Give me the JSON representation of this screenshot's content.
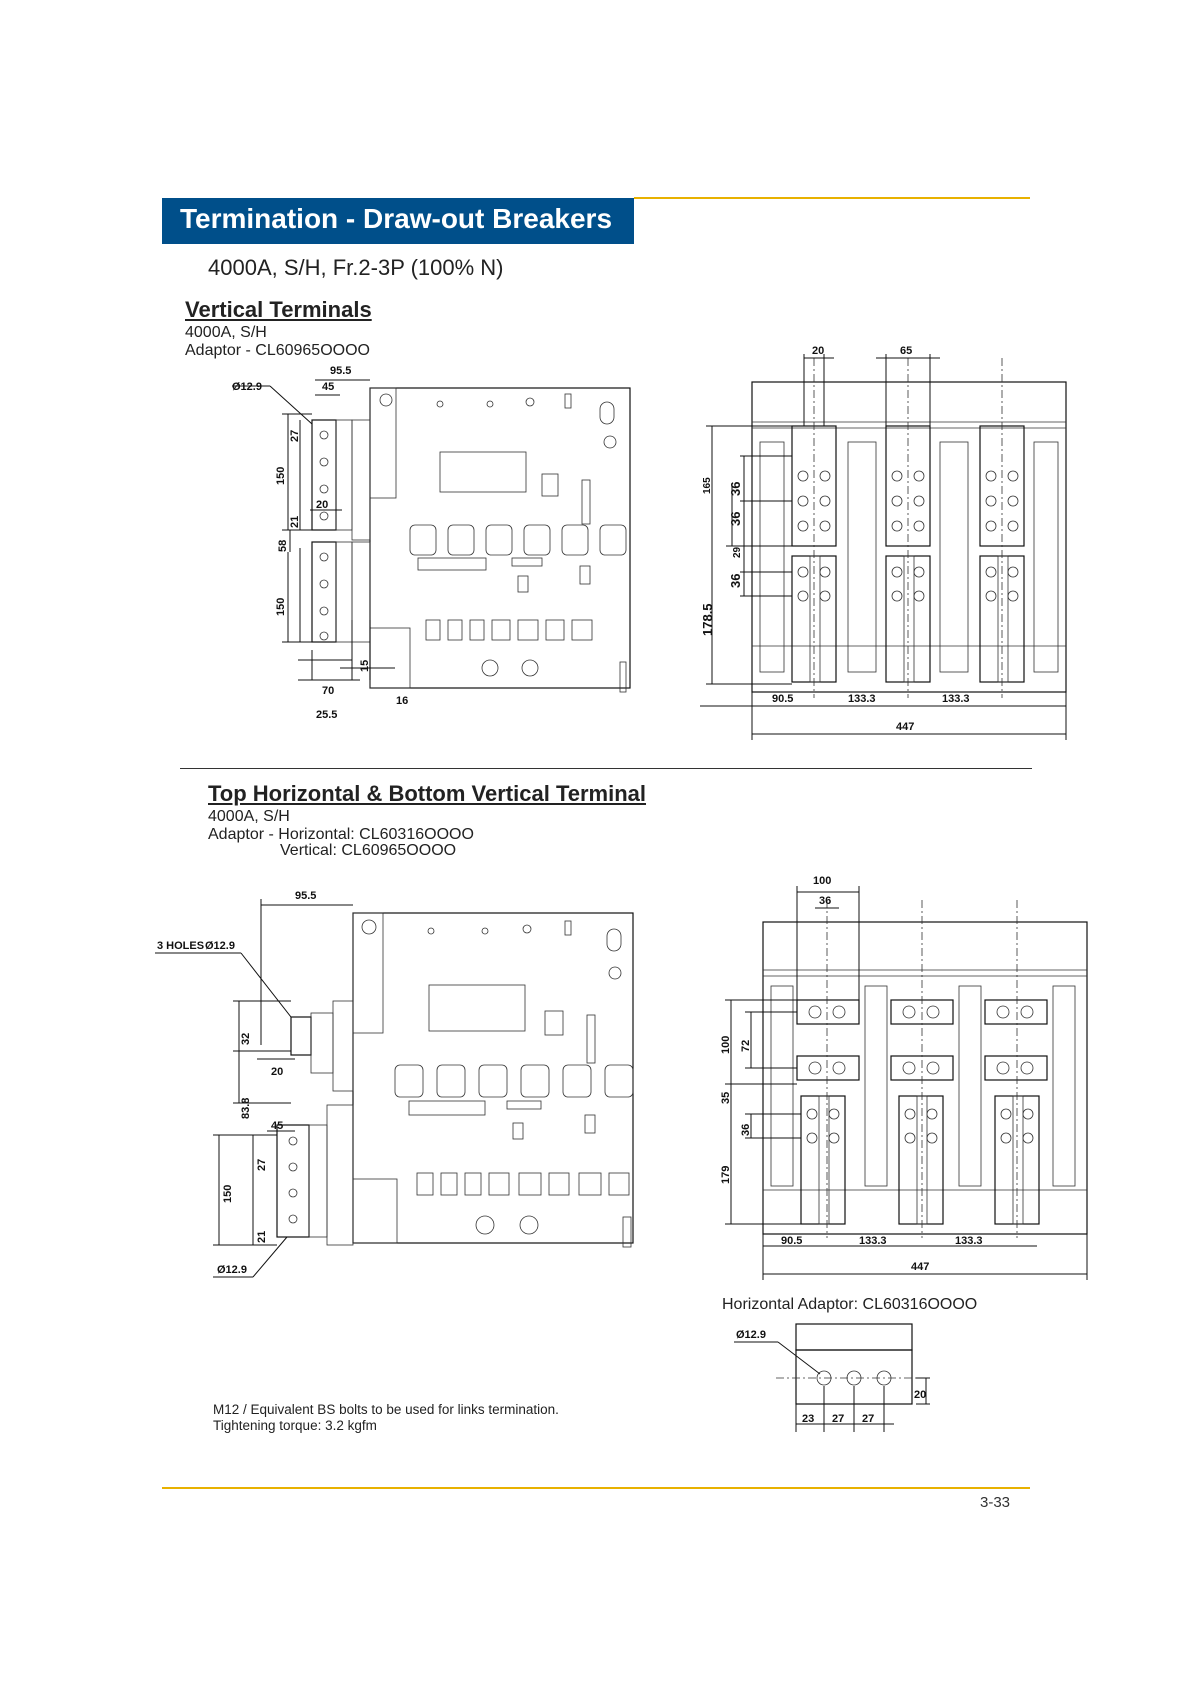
{
  "header": {
    "title": "Termination - Draw-out Breakers",
    "subtitle": "4000A, S/H, Fr.2-3P (100% N)"
  },
  "section1": {
    "title": "Vertical Terminals",
    "line1": "4000A, S/H",
    "line2": "Adaptor - CL60965OOOO",
    "side_dims": {
      "dia": "Ø12.9",
      "d95_5": "95.5",
      "d45": "45",
      "d150a": "150",
      "d27": "27",
      "d21": "21",
      "d20": "20",
      "d58": "58",
      "d150b": "150",
      "d70": "70",
      "d15": "15",
      "d25_5": "25.5",
      "d16": "16"
    },
    "front_dims": {
      "d20": "20",
      "d65": "65",
      "d165": "165",
      "d36a": "36",
      "d36b": "36",
      "d29": "29",
      "d36c": "36",
      "d178_5": "178.5",
      "d90_5": "90.5",
      "d133_3a": "133.3",
      "d133_3b": "133.3",
      "d447": "447"
    }
  },
  "section2": {
    "title": "Top Horizontal & Bottom Vertical Terminal",
    "line1": "4000A, S/H",
    "line2": "Adaptor - Horizontal: CL60316OOOO",
    "line3": "Vertical: CL60965OOOO",
    "side_dims": {
      "holes": "3 HOLES",
      "dia_top": "Ø12.9",
      "d95_5": "95.5",
      "d32": "32",
      "d20": "20",
      "d83_8": "83.8",
      "d45": "45",
      "d150": "150",
      "d27": "27",
      "d21": "21",
      "dia_bot": "Ø12.9"
    },
    "front_dims": {
      "d100a": "100",
      "d36a": "36",
      "d100b": "100",
      "d72": "72",
      "d35": "35",
      "d36b": "36",
      "d179": "179",
      "d90_5": "90.5",
      "d133_3a": "133.3",
      "d133_3b": "133.3",
      "d447": "447"
    }
  },
  "adaptor": {
    "caption": "Horizontal Adaptor: CL60316OOOO",
    "dia": "Ø12.9",
    "d20": "20",
    "d23": "23",
    "d27a": "27",
    "d27b": "27"
  },
  "note": {
    "line1": "M12 / Equivalent BS bolts to be used for links termination.",
    "line2": "Tightening torque: 3.2 kgfm"
  },
  "footer": {
    "page_number": "3-33"
  },
  "colors": {
    "header_bg": "#004f8a",
    "accent_rule": "#e8b100"
  }
}
